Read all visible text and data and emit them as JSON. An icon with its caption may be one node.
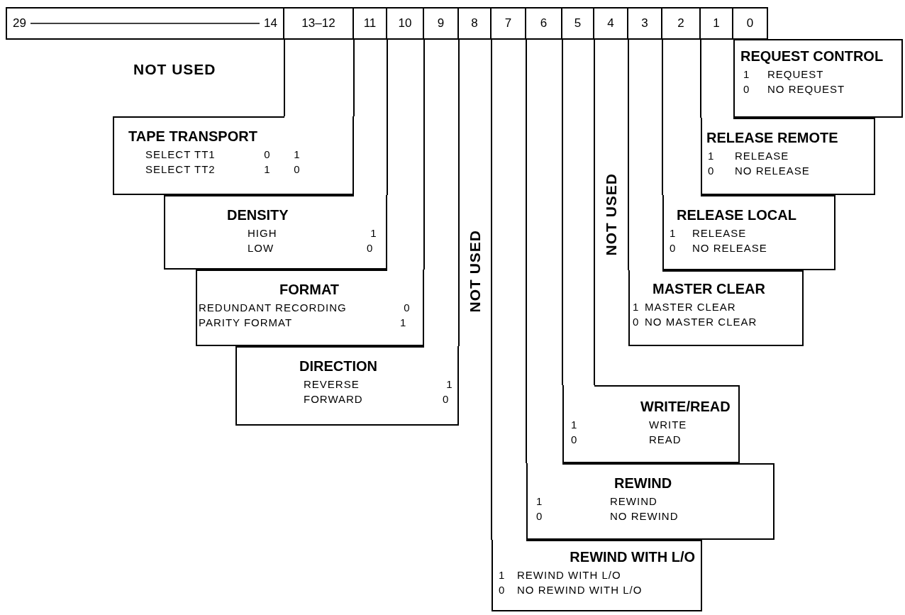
{
  "diagram": {
    "nodes": [
      {
        "text": [
          "29",
          "14"
        ]
      },
      {
        "text": [
          "13–12"
        ]
      },
      {
        "text": [
          "11"
        ]
      },
      {
        "text": [
          "10"
        ]
      },
      {
        "text": [
          "9"
        ]
      },
      {
        "text": [
          "8"
        ]
      },
      {
        "text": [
          "7"
        ]
      },
      {
        "text": [
          "6"
        ]
      },
      {
        "text": [
          "5"
        ]
      },
      {
        "text": [
          "4"
        ]
      },
      {
        "text": [
          "3"
        ]
      },
      {
        "text": [
          "2"
        ]
      },
      {
        "text": [
          "1"
        ]
      },
      {
        "text": [
          "0"
        ]
      },
      {
        "text": [
          "TAPE TRANSPORT",
          "SELECT TT1",
          "0",
          "1",
          "SELECT TT2",
          "1",
          "0"
        ]
      },
      {
        "text": [
          "DENSITY",
          "HIGH",
          "1",
          "LOW",
          "0"
        ]
      },
      {
        "text": [
          "FORMAT",
          "REDUNDANT RECORDING",
          "0",
          "PARITY FORMAT",
          "1"
        ]
      },
      {
        "text": [
          "DIRECTION",
          "REVERSE",
          "1",
          "FORWARD",
          "0"
        ]
      },
      {
        "text": [
          "REWIND WITH L/O",
          "1",
          "REWIND WITH L/O",
          "0",
          "NO REWIND WITH L/O"
        ]
      },
      {
        "text": [
          "REWIND",
          "1",
          "REWIND",
          "0",
          "NO REWIND"
        ]
      },
      {
        "text": [
          "WRITE/READ",
          "1",
          "WRITE",
          "0",
          "READ"
        ]
      },
      {
        "text": [
          "MASTER CLEAR",
          "1",
          "MASTER CLEAR",
          "0",
          "NO MASTER CLEAR"
        ]
      },
      {
        "text": [
          "RELEASE LOCAL",
          "1",
          "RELEASE",
          "0",
          "NO RELEASE"
        ]
      },
      {
        "text": [
          "RELEASE REMOTE",
          "1",
          "RELEASE",
          "0",
          "NO RELEASE"
        ]
      },
      {
        "text": [
          "REQUEST CONTROL",
          "1",
          "REQUEST",
          "0",
          "NO REQUEST"
        ]
      }
    ],
    "edges": [
      {
        "from": 1,
        "to": 14,
        "arrow": "none"
      },
      {
        "from": 2,
        "to": 15,
        "arrow": "none"
      },
      {
        "from": 3,
        "to": 16,
        "arrow": "none"
      },
      {
        "from": 4,
        "to": 17,
        "arrow": "none"
      },
      {
        "from": 6,
        "to": 18,
        "arrow": "none"
      },
      {
        "from": 7,
        "to": 19,
        "arrow": "none"
      },
      {
        "from": 8,
        "to": 20,
        "arrow": "none"
      },
      {
        "from": 10,
        "to": 21,
        "arrow": "none"
      },
      {
        "from": 11,
        "to": 22,
        "arrow": "none"
      },
      {
        "from": 12,
        "to": 23,
        "arrow": "none"
      }
    ],
    "labels": [
      "NOT USED",
      "NOT USED",
      "NOT USED"
    ]
  }
}
